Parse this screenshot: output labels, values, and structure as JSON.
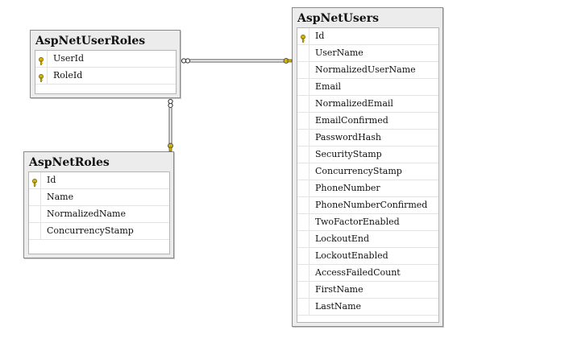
{
  "diagram": {
    "tables": {
      "user_roles": {
        "title": "AspNetUserRoles",
        "columns": [
          {
            "name": "UserId",
            "key": true
          },
          {
            "name": "RoleId",
            "key": true
          }
        ]
      },
      "roles": {
        "title": "AspNetRoles",
        "columns": [
          {
            "name": "Id",
            "key": true
          },
          {
            "name": "Name",
            "key": false
          },
          {
            "name": "NormalizedName",
            "key": false
          },
          {
            "name": "ConcurrencyStamp",
            "key": false
          }
        ]
      },
      "users": {
        "title": "AspNetUsers",
        "columns": [
          {
            "name": "Id",
            "key": true
          },
          {
            "name": "UserName",
            "key": false
          },
          {
            "name": "NormalizedUserName",
            "key": false
          },
          {
            "name": "Email",
            "key": false
          },
          {
            "name": "NormalizedEmail",
            "key": false
          },
          {
            "name": "EmailConfirmed",
            "key": false
          },
          {
            "name": "PasswordHash",
            "key": false
          },
          {
            "name": "SecurityStamp",
            "key": false
          },
          {
            "name": "ConcurrencyStamp",
            "key": false
          },
          {
            "name": "PhoneNumber",
            "key": false
          },
          {
            "name": "PhoneNumberConfirmed",
            "key": false
          },
          {
            "name": "TwoFactorEnabled",
            "key": false
          },
          {
            "name": "LockoutEnd",
            "key": false
          },
          {
            "name": "LockoutEnabled",
            "key": false
          },
          {
            "name": "AccessFailedCount",
            "key": false
          },
          {
            "name": "FirstName",
            "key": false
          },
          {
            "name": "LastName",
            "key": false
          }
        ]
      }
    },
    "relationships": [
      {
        "from": "user_roles",
        "to": "users"
      },
      {
        "from": "user_roles",
        "to": "roles"
      }
    ],
    "colors": {
      "key_icon": "#d4b400",
      "connector": "#505050"
    }
  }
}
